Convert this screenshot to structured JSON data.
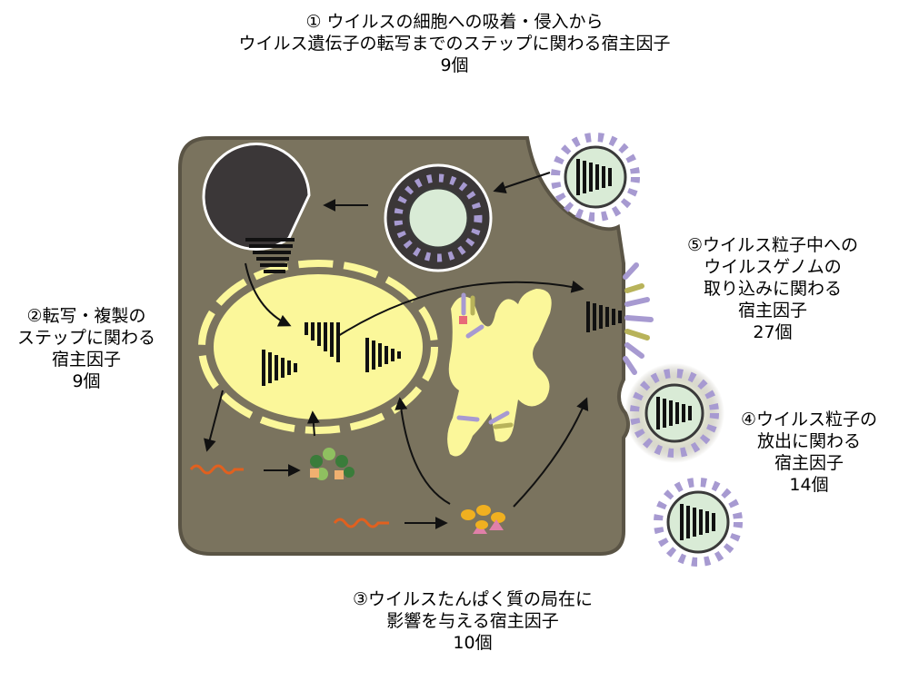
{
  "labels": {
    "step1": {
      "line1": "① ウイルスの細胞への吸着・侵入から",
      "line2": "ウイルス遺伝子の転写までのステップに関わる宿主因子",
      "count": "9個"
    },
    "step2": {
      "line1": "②転写・複製の",
      "line2": "ステップに関わる",
      "line3": "宿主因子",
      "count": "9個"
    },
    "step3": {
      "line1": "③ウイルスたんぱく質の局在に",
      "line2": "影響を与える宿主因子",
      "count": "10個"
    },
    "step4": {
      "line1": "④ウイルス粒子の",
      "line2": "放出に関わる",
      "line3": "宿主因子",
      "count": "14個"
    },
    "step5": {
      "line1": "⑤ウイルス粒子中への",
      "line2": "ウイルスゲノムの",
      "line3": "取り込みに関わる",
      "line4": "宿主因子",
      "count": "27個"
    }
  },
  "colors": {
    "cell": "#7a735e",
    "cell_outline": "#5a5445",
    "nucleus": "#fbf79a",
    "er": "#f7ef85",
    "envelope": "#2a2a2a",
    "spike_purple": "#a79ad1",
    "spike_pink": "#e86b78",
    "spike_olive": "#b8b35a",
    "core": "#d9ebd6",
    "genome": "#111111",
    "mrna": "#e1601f",
    "arrow": "#111111"
  }
}
